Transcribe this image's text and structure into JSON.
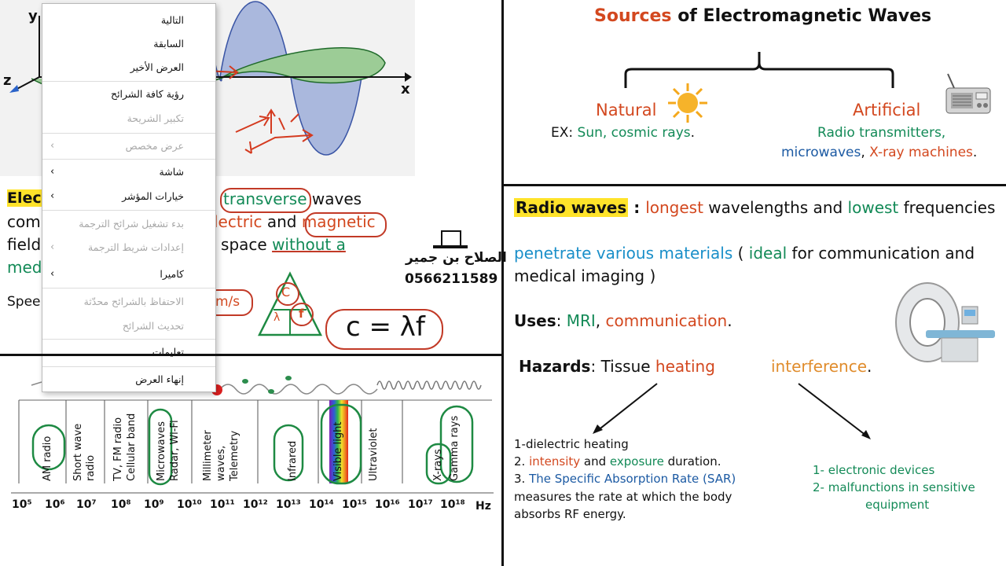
{
  "context_menu": {
    "items": [
      {
        "label": "التالية",
        "enabled": true,
        "submenu": false
      },
      {
        "label": "السابقة",
        "enabled": true,
        "submenu": false
      },
      {
        "label": "العرض الأخير",
        "enabled": true,
        "submenu": false
      },
      {
        "label": "رؤية كافة الشرائح",
        "enabled": true,
        "submenu": false
      },
      {
        "label": "تكبير الشريحة",
        "enabled": false,
        "submenu": false
      },
      {
        "label": "عرض مخصص",
        "enabled": false,
        "submenu": true
      },
      {
        "label": "شاشة",
        "enabled": true,
        "submenu": true
      },
      {
        "label": "خيارات المؤشر",
        "enabled": true,
        "submenu": true
      },
      {
        "label": "بدء تشغيل شرائح الترجمة",
        "enabled": false,
        "submenu": false
      },
      {
        "label": "إعدادات شريط الترجمة",
        "enabled": false,
        "submenu": true
      },
      {
        "label": "كاميرا",
        "enabled": true,
        "submenu": true
      },
      {
        "label": "الاحتفاظ بالشرائح محدّثة",
        "enabled": false,
        "submenu": false
      },
      {
        "label": "تحديث الشرائح",
        "enabled": false,
        "submenu": false
      },
      {
        "label": "تعليمات",
        "enabled": true,
        "submenu": false
      },
      {
        "label": "إنهاء العرض",
        "enabled": true,
        "submenu": false
      }
    ]
  },
  "wave_diagram": {
    "y_label": "y",
    "z_label": "z",
    "x_label": "x"
  },
  "left_text": {
    "elec_partial": "Elec",
    "transverse": "transverse",
    "waves": " waves",
    "com_partial": "com",
    "electric_partial": "lectric",
    "and": " and ",
    "magnetic": "magnetic",
    "field_partial": "field",
    "h_space": "h space ",
    "without_a": "without a",
    "med_partial": "med",
    "spee_partial": "Spee",
    "ms_partial": "m/s",
    "formula": "c = λf",
    "triangle_c": "C",
    "triangle_f": "f",
    "triangle_lambda": "λ"
  },
  "logo": {
    "name_text": "الصلاح بن جمير",
    "phone": "0566211589"
  },
  "spectrum": {
    "bands": [
      "AM radio",
      "Short wave radio",
      "TV, FM radio Cellular band",
      "Microwaves Radar, Wi-Fi",
      "Millimeter waves, Telemetry",
      "Infrared",
      "Visible light",
      "Ultraviolet",
      "X-rays",
      "Gamma rays"
    ],
    "ticks": [
      "10⁵",
      "10⁶",
      "10⁷",
      "10⁸",
      "10⁹",
      "10¹⁰",
      "10¹¹",
      "10¹²",
      "10¹³",
      "10¹⁴",
      "10¹⁵",
      "10¹⁶",
      "10¹⁷",
      "10¹⁸"
    ],
    "unit": "Hz"
  },
  "sources": {
    "title_a": "Sources",
    "title_b": " of Electromagnetic Waves",
    "natural": "Natural",
    "natural_ex_prefix": "EX: ",
    "natural_ex": "Sun, cosmic rays",
    "natural_ex_end": ".",
    "artificial": "Artificial",
    "artificial_line1": "Radio transmitters,",
    "artificial_line2_a": "microwaves",
    "artificial_line2_b": ", ",
    "artificial_line2_c": "X-ray machines",
    "artificial_line2_d": "."
  },
  "radio": {
    "title": "Radio waves",
    "colon": " : ",
    "longest": "longest",
    "wavelengths_and": " wavelengths and ",
    "lowest": "lowest",
    "frequencies": " frequencies",
    "penetrate": "penetrate various materials",
    "paren_open": " ( ",
    "ideal": "ideal",
    "for_comm": " for communication and",
    "medical": "medical imaging )",
    "uses_label": "Uses",
    "uses_colon": ": ",
    "mri": "MRI",
    "comma": ", ",
    "communication": "communication",
    "period": ".",
    "hazards_label": "Hazards",
    "hazards_colon": ": Tissue ",
    "heating": "heating",
    "interference": "interference",
    "interference_period": ".",
    "h1": "1-dielectric heating",
    "h2_prefix": "2.  ",
    "h2_intensity": "intensity",
    "h2_and": " and ",
    "h2_exposure": "exposure",
    "h2_end": " duration.",
    "h3_prefix": "3. ",
    "h3_sar": "The Specific Absorption Rate (SAR)",
    "h3_line2": "measures the rate at which the body",
    "h3_line3": "absorbs RF energy.",
    "i1": "1- electronic devices",
    "i2": "2- malfunctions in sensitive",
    "i3": "equipment"
  },
  "colors": {
    "green": "#138a57",
    "orange": "#d3481f",
    "blue": "#1a8fc9",
    "navy": "#1c5aa3",
    "highlight": "#ffe32a"
  }
}
